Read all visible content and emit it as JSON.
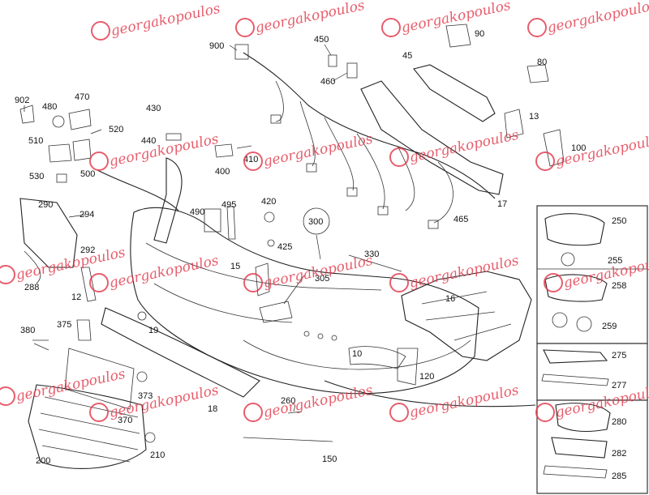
{
  "watermark": {
    "text": "georgakopoulos",
    "color": "#e23a4c"
  },
  "colors": {
    "line": "#222222",
    "watermark": "#e23a4c",
    "background": "#ffffff"
  },
  "labels": {
    "p900": "900",
    "p450": "450",
    "p45": "45",
    "p90": "90",
    "p80": "80",
    "p460": "460",
    "p902": "902",
    "p480": "480",
    "p470": "470",
    "p430": "430",
    "p520": "520",
    "p440": "440",
    "p510": "510",
    "p500": "500",
    "p400": "400",
    "p410": "410",
    "p13": "13",
    "p100": "100",
    "p530": "530",
    "p17": "17",
    "p290": "290",
    "p294": "294",
    "p490": "490",
    "p495": "495",
    "p420": "420",
    "p300": "300",
    "p465": "465",
    "p250": "250",
    "p292": "292",
    "p425": "425",
    "p330": "330",
    "p255": "255",
    "p15": "15",
    "p305": "305",
    "p258": "258",
    "p288": "288",
    "p12": "12",
    "p16": "16",
    "p259": "259",
    "p380": "380",
    "p375": "375",
    "p19": "19",
    "p10": "10",
    "p275": "275",
    "p277": "277",
    "p120": "120",
    "p373": "373",
    "p260": "260",
    "p280": "280",
    "p18": "18",
    "p370": "370",
    "p282": "282",
    "p210": "210",
    "p200": "200",
    "p150": "150",
    "p285": "285"
  }
}
